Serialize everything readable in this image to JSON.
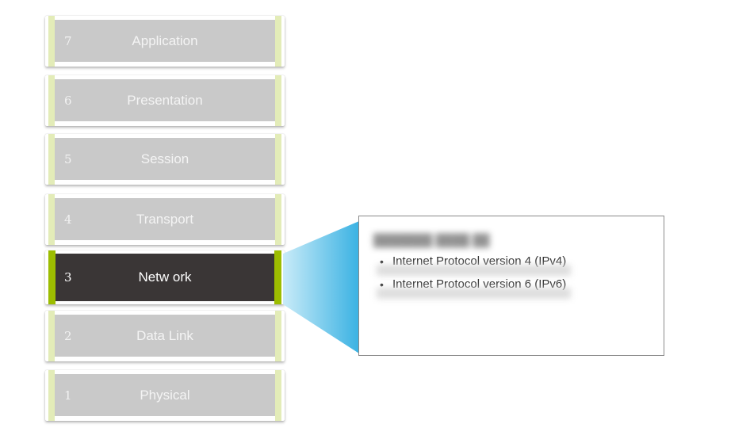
{
  "layers": [
    {
      "number": "7",
      "name": "Application",
      "active": false
    },
    {
      "number": "6",
      "name": "Presentation",
      "active": false
    },
    {
      "number": "5",
      "name": "Session",
      "active": false
    },
    {
      "number": "4",
      "name": "Transport",
      "active": false
    },
    {
      "number": "3",
      "name": "Netw ork",
      "active": true
    },
    {
      "number": "2",
      "name": "Data Link",
      "active": false
    },
    {
      "number": "1",
      "name": "Physical",
      "active": false
    }
  ],
  "detail": {
    "bullets": [
      "Internet Protocol version 4 (IPv4)",
      "Internet Protocol version 6 (IPv6)"
    ]
  },
  "colors": {
    "layer_face": "#c9c9c9",
    "layer_accent": "#e3ecb8",
    "active_face": "#3a3636",
    "active_accent": "#9cbd00",
    "beam": "#3ab2e3"
  }
}
